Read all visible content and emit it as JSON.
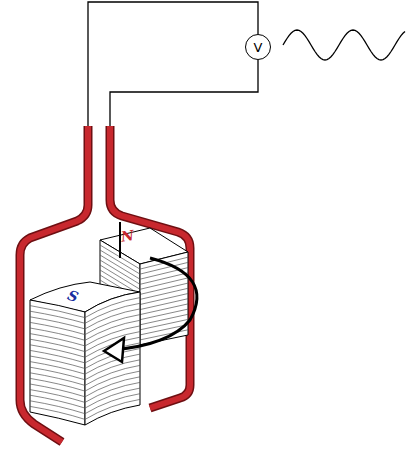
{
  "diagram": {
    "nodes": [
      {
        "text": [
          "V"
        ]
      }
    ],
    "labels": [
      "N",
      "S"
    ]
  }
}
